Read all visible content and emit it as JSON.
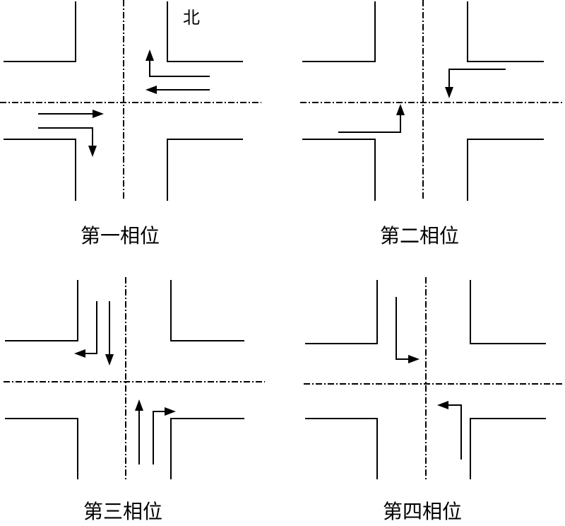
{
  "north_label": "北",
  "phases": [
    {
      "label": "第一相位"
    },
    {
      "label": "第二相位"
    },
    {
      "label": "第三相位"
    },
    {
      "label": "第四相位"
    }
  ]
}
